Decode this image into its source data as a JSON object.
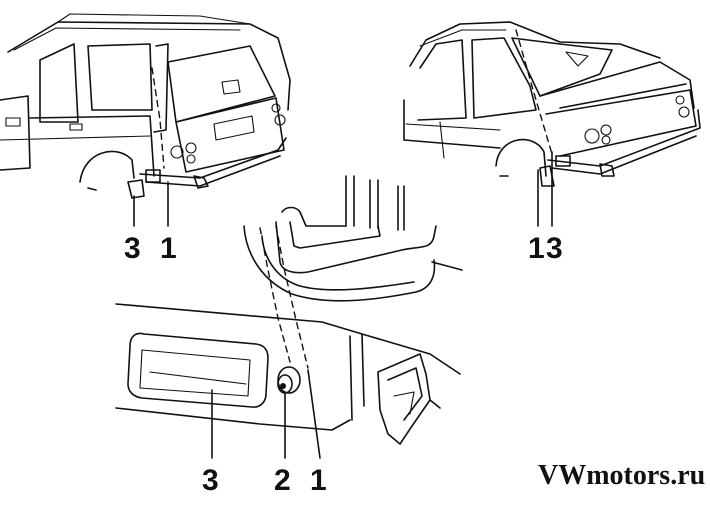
{
  "callouts": {
    "wagon_left": "3",
    "wagon_right": "1",
    "sedan_left": "1",
    "sedan_right": "3",
    "detail_plate": "3",
    "detail_lamp": "2",
    "detail_wire": "1"
  },
  "watermark": "VWmotors.ru"
}
